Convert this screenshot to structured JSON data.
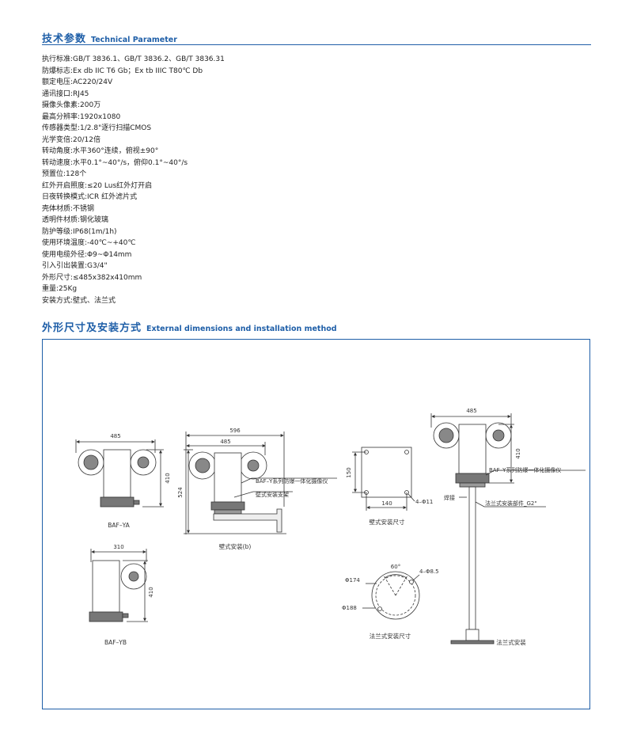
{
  "tech_section": {
    "title_cn": "技术参数",
    "title_en": "Technical Parameter"
  },
  "params": [
    "执行标准:GB/T 3836.1、GB/T 3836.2、GB/T 3836.31",
    "防爆标志:Ex db IIC T6 Gb；Ex tb IIIC T80℃ Db",
    "额定电压:AC220/24V",
    "通讯接口:RJ45",
    "摄像头像素:200万",
    "最高分辨率:1920x1080",
    "传感器类型:1/2.8\"逐行扫描CMOS",
    "光学变倍:20/12倍",
    "转动角度:水平360°连续，俯视±90°",
    "转动速度:水平0.1°~40°/s，俯仰0.1°~40°/s",
    "预置位:128个",
    "红外开启照度:≤20 Lus红外灯开启",
    "日夜转换模式:ICR 红外滤片式",
    "壳体材质:不锈钢",
    "透明件材质:钢化玻璃",
    "防护等级:IP68(1m/1h)",
    "使用环境温度:-40℃~+40℃",
    "使用电缆外径:Φ9~Φ14mm",
    "引入引出装置:G3/4\"",
    "外形尺寸:≤485x382x410mm",
    "重量:25Kg",
    "安装方式:壁式、法兰式"
  ],
  "dim_section": {
    "title_cn": "外形尺寸及安装方式",
    "title_en": "External dimensions and installation method"
  },
  "drawing": {
    "baf_ya": {
      "label": "BAF–YA",
      "width": "485",
      "height": "410"
    },
    "baf_yb": {
      "label": "BAF–YB",
      "width": "310",
      "height": "410"
    },
    "wall": {
      "caption": "壁式安装(b)",
      "overall": "596",
      "width": "485",
      "height": "524",
      "callout_series": "BAF–Y系列防爆一体化摄像仪",
      "callout_bracket": "壁式安装支架"
    },
    "wall_plate": {
      "caption": "壁式安装尺寸",
      "height": "150",
      "width": "140",
      "holes": "4–Φ11"
    },
    "flange": {
      "caption": "法兰式安装尺寸",
      "angle": "60°",
      "holes": "4–Φ8.5",
      "d_inner": "Φ174",
      "d_outer": "Φ188"
    },
    "pole": {
      "caption": "法兰式安装",
      "width": "485",
      "height": "410",
      "callout_series": "BAF–Y系列防爆一体化摄像仪",
      "weld": "焊接",
      "part": "法兰式安装部件_G2\""
    }
  }
}
